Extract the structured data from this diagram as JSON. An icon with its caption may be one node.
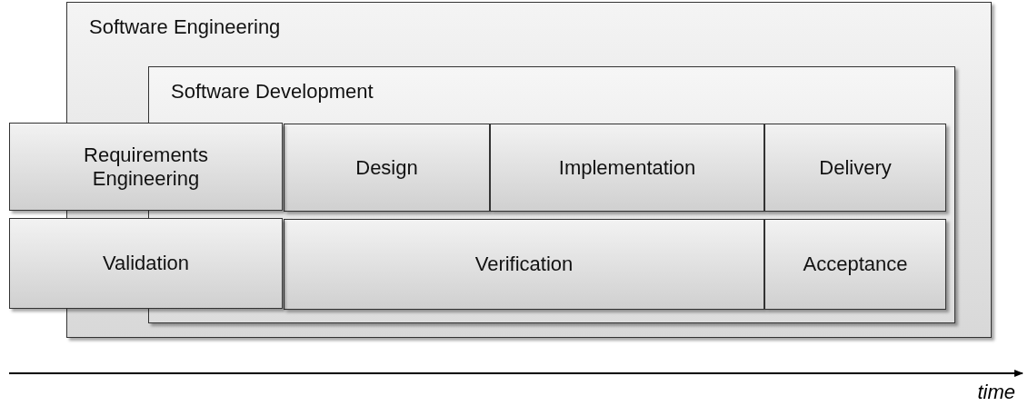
{
  "diagram": {
    "nodes": [
      {
        "text": [
          "Software Engineering"
        ]
      },
      {
        "text": [
          "Software Development"
        ],
        "in": 0
      },
      {
        "text": [
          "Requirements Engineering"
        ]
      },
      {
        "text": [
          "Design"
        ],
        "in": 1
      },
      {
        "text": [
          "Implementation"
        ],
        "in": 1
      },
      {
        "text": [
          "Delivery"
        ],
        "in": 1
      },
      {
        "text": [
          "Validation"
        ]
      },
      {
        "text": [
          "Verification"
        ],
        "in": 1
      },
      {
        "text": [
          "Acceptance"
        ],
        "in": 1
      }
    ],
    "labels": [
      "time"
    ]
  }
}
